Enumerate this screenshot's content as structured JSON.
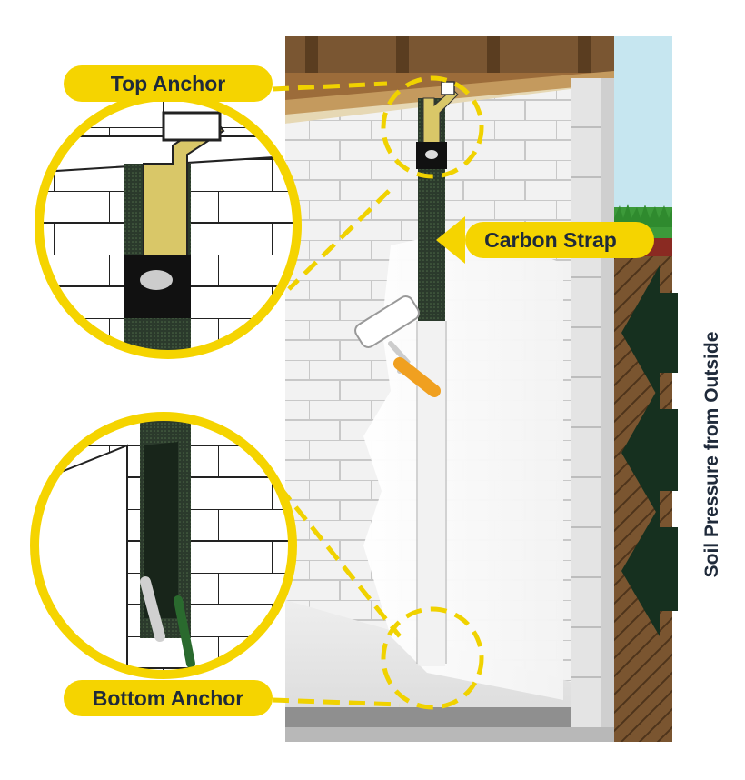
{
  "labels": {
    "top_anchor": "Top Anchor",
    "carbon_strap": "Carbon Strap",
    "bottom_anchor": "Bottom Anchor",
    "soil_pressure": "Soil Pressure from Outside"
  },
  "colors": {
    "callout_yellow": "#f5d400",
    "dashed_yellow": "#f0d200",
    "strap_green": "#273a2a",
    "anchor_gold": "#d9c768",
    "arrow_dark_green": "#16301f",
    "soil_brown": "#6b4a2a",
    "grass_green": "#3c9a3a",
    "sky_blue": "#c6e6f0",
    "wood_brown": "#7a5632",
    "roller_orange": "#f0a020"
  },
  "icons": {
    "roller": "paint-roller-icon",
    "arrows": "pressure-arrow-icon"
  }
}
